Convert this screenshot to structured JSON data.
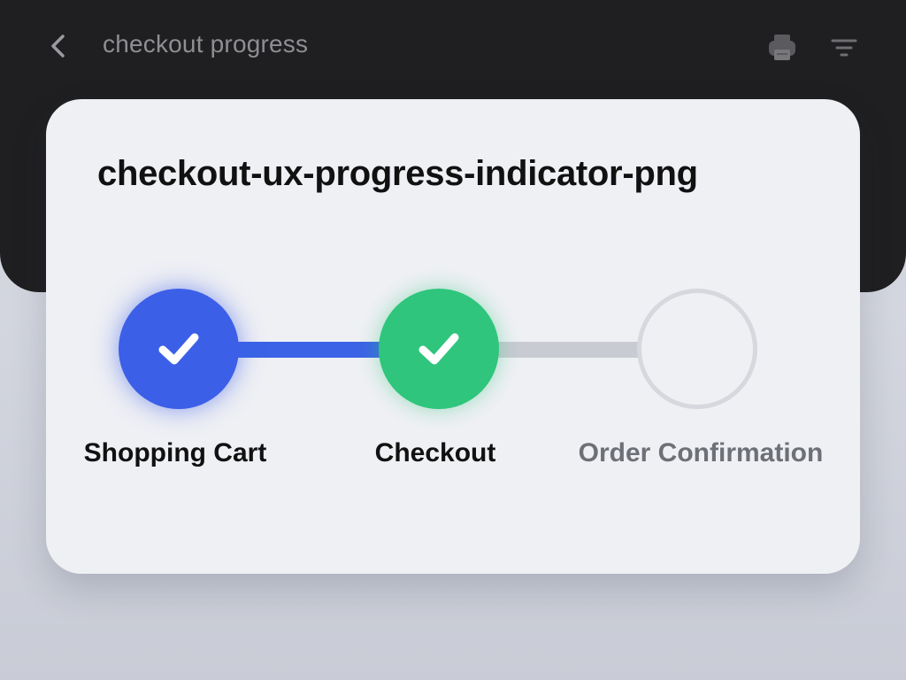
{
  "header": {
    "title": "checkout progress",
    "icons": {
      "back": "chevron-left-icon",
      "print": "printer-icon",
      "filter": "filter-icon"
    }
  },
  "card": {
    "title": "checkout-ux-progress-indicator-png"
  },
  "steps": [
    {
      "label": "Shopping Cart",
      "status": "completed",
      "color": "#3c5fe8",
      "icon": "check-icon"
    },
    {
      "label": "Checkout",
      "status": "completed",
      "color": "#2fc57c",
      "icon": "check-icon"
    },
    {
      "label": "Order Confirmation",
      "status": "pending",
      "color": "#d6d8de"
    }
  ],
  "colors": {
    "app_bar": "#1f1f21",
    "active_connector": "#3b63e6",
    "inactive_connector": "#c9cbd3",
    "pending_label": "#6e7077"
  }
}
